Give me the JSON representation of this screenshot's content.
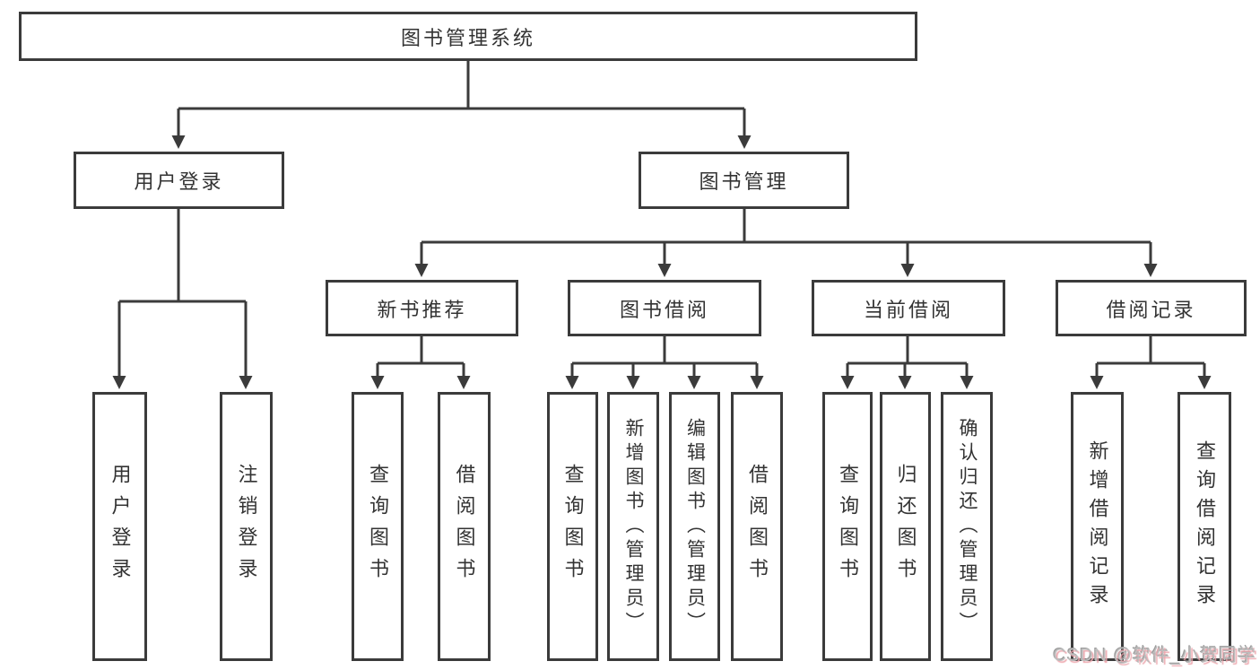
{
  "diagram_type": "hierarchy-tree",
  "tree": {
    "root": "图书管理系统",
    "children": [
      {
        "label": "用户登录",
        "children": [
          {
            "label": "用户登录"
          },
          {
            "label": "注销登录"
          }
        ]
      },
      {
        "label": "图书管理",
        "children": [
          {
            "label": "新书推荐",
            "children": [
              {
                "label": "查询图书"
              },
              {
                "label": "借阅图书"
              }
            ]
          },
          {
            "label": "图书借阅",
            "children": [
              {
                "label": "查询图书"
              },
              {
                "label": "新增图书（管理员）"
              },
              {
                "label": "编辑图书（管理员）"
              },
              {
                "label": "借阅图书"
              }
            ]
          },
          {
            "label": "当前借阅",
            "children": [
              {
                "label": "查询图书"
              },
              {
                "label": "归还图书"
              },
              {
                "label": "确认归还（管理员）"
              }
            ]
          },
          {
            "label": "借阅记录",
            "children": [
              {
                "label": "新增借阅记录"
              },
              {
                "label": "查询借阅记录"
              }
            ]
          }
        ]
      }
    ]
  },
  "watermark": "CSDN @软件_小贺同学",
  "colors": {
    "line": "#3b3b3b",
    "text": "#333333",
    "background": "#ffffff",
    "watermark_text": "#bdbdbd",
    "watermark_shadow": "#eda6ad"
  }
}
